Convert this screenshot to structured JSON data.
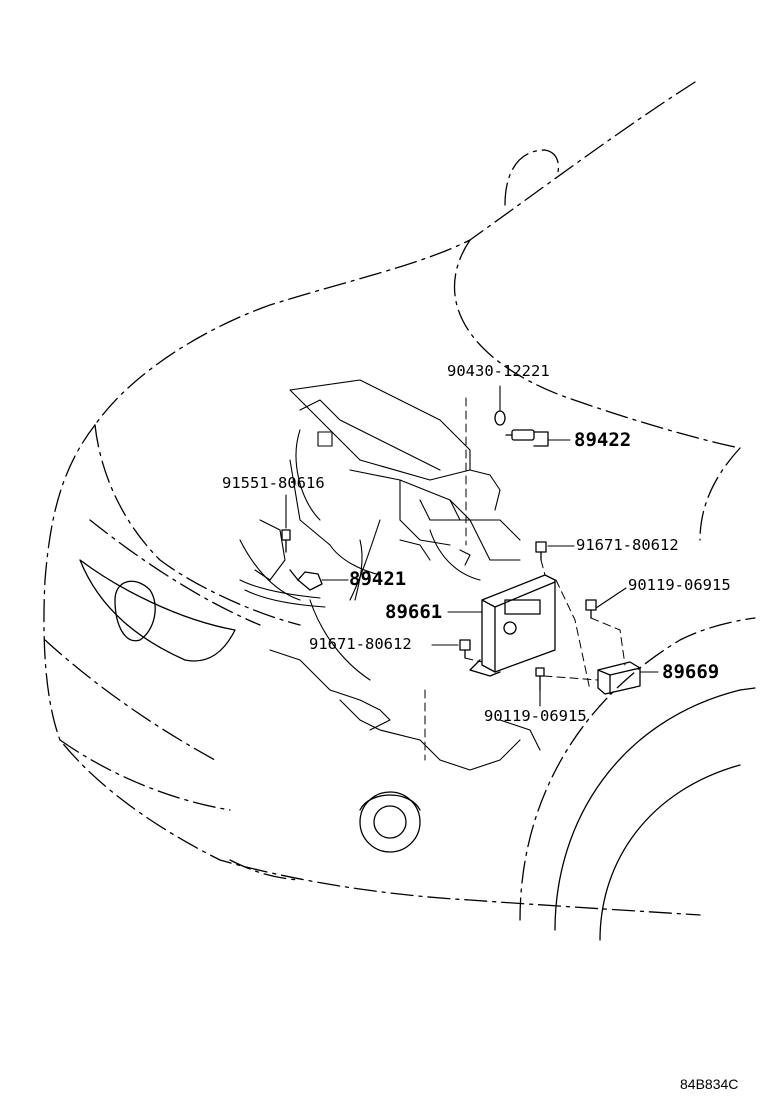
{
  "parts": {
    "p90430_12221": "90430-12221",
    "p89422": "89422",
    "p91551_80616": "91551-80616",
    "p91671_80612_top": "91671-80612",
    "p89421": "89421",
    "p90119_06915_top": "90119-06915",
    "p89661": "89661",
    "p91671_80612_left": "91671-80612",
    "p89669": "89669",
    "p90119_06915_bottom": "90119-06915"
  },
  "diagram_code": "84B834C",
  "colors": {
    "line": "#000000",
    "background": "#ffffff"
  }
}
